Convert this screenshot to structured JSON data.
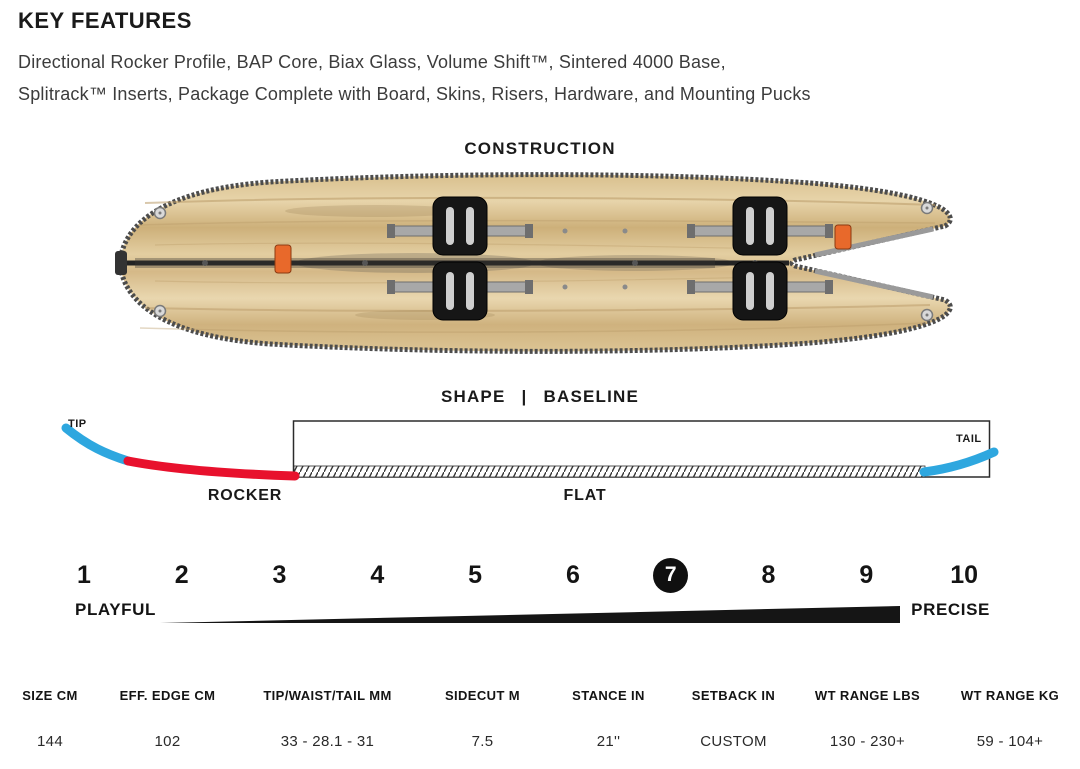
{
  "key_features": {
    "title": "KEY FEATURES",
    "line1": "Directional Rocker Profile, BAP Core, Biax Glass, Volume Shift™, Sintered 4000 Base,",
    "line2": "Splitrack™ Inserts, Package Complete with Board, Skins, Risers, Hardware, and Mounting Pucks"
  },
  "construction": {
    "title": "CONSTRUCTION"
  },
  "shape_baseline": {
    "title_shape": "SHAPE",
    "separator": "|",
    "title_baseline": "BASELINE",
    "tip_label": "TIP",
    "tail_label": "TAIL",
    "rocker_label": "ROCKER",
    "flat_label": "FLAT"
  },
  "feel_scale": {
    "values": [
      "1",
      "2",
      "3",
      "4",
      "5",
      "6",
      "7",
      "8",
      "9",
      "10"
    ],
    "selected": "7",
    "left_label": "PLAYFUL",
    "right_label": "PRECISE"
  },
  "specs": {
    "columns": [
      {
        "header": "SIZE CM",
        "value": "144"
      },
      {
        "header": "EFF. EDGE CM",
        "value": "102"
      },
      {
        "header": "TIP/WAIST/TAIL MM",
        "value": "33 - 28.1 - 31"
      },
      {
        "header": "SIDECUT M",
        "value": "7.5"
      },
      {
        "header": "STANCE IN",
        "value": "21''"
      },
      {
        "header": "SETBACK IN",
        "value": "CUSTOM"
      },
      {
        "header": "WT RANGE LBS",
        "value": "130 - 230+"
      },
      {
        "header": "WT RANGE KG",
        "value": "59 - 104+"
      }
    ]
  },
  "colors": {
    "tip_tail_blue": "#2EA7DF",
    "rocker_red": "#E8112D",
    "wood_tan": "#DCC394",
    "ink_black": "#141414",
    "clip_orange": "#E8692B"
  }
}
